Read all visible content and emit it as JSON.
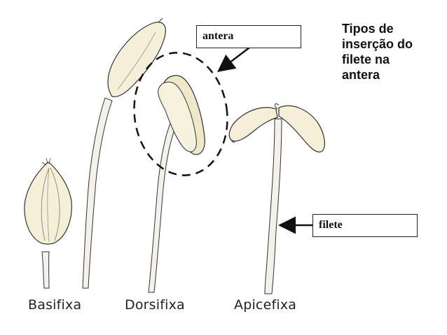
{
  "diagram": {
    "title_lines": [
      "Tipos de",
      "inserção do",
      "filete na",
      "antera"
    ],
    "labels": {
      "antera": "antera",
      "filete": "filete"
    },
    "captions": [
      "Basifixa",
      "Dorsifixa",
      "Apicefixa"
    ],
    "colors": {
      "anther_fill": "#f4efd6",
      "filament_fill": "#f3f1ea",
      "outline": "#333333"
    }
  }
}
